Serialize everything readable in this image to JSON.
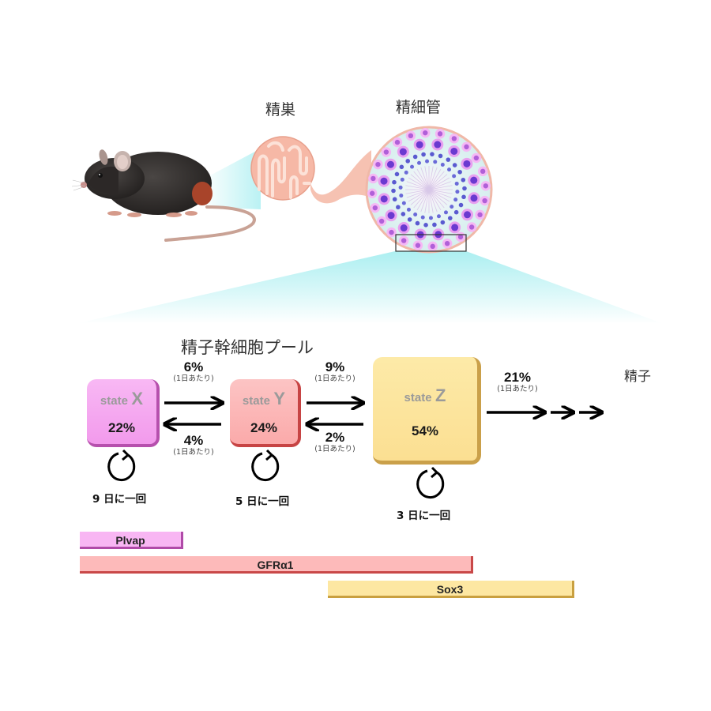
{
  "top_labels": {
    "testis": "精巣",
    "seminiferous_tubule": "精細管"
  },
  "pool_title": "精子幹細胞プール",
  "sperm_label": "精子",
  "states": [
    {
      "word": "state",
      "letter": "X",
      "percent": "22%",
      "cycle": "9 日に一回",
      "color": "#f5a6f0"
    },
    {
      "word": "state",
      "letter": "Y",
      "percent": "24%",
      "cycle": "5 日に一回",
      "color": "#fbb0b0"
    },
    {
      "word": "state",
      "letter": "Z",
      "percent": "54%",
      "cycle": "3 日に一回",
      "color": "#fbe39a"
    }
  ],
  "transitions": [
    {
      "from": "X",
      "to": "Y",
      "rate": "6%",
      "unit": "(1日あたり)"
    },
    {
      "from": "Y",
      "to": "X",
      "rate": "4%",
      "unit": "(1日あたり)"
    },
    {
      "from": "Y",
      "to": "Z",
      "rate": "9%",
      "unit": "(1日あたり)"
    },
    {
      "from": "Z",
      "to": "Y",
      "rate": "2%",
      "unit": "(1日あたり)"
    },
    {
      "from": "Z",
      "to": "sperm",
      "rate": "21%",
      "unit": "(1日あたり)"
    }
  ],
  "markers": [
    {
      "name": "Plvap",
      "color": "#f7b2f2",
      "edge": "#b04aa8"
    },
    {
      "name": "GFRα1",
      "color": "#fdb8b8",
      "edge": "#c94848"
    },
    {
      "name": "Sox3",
      "color": "#fde6a0",
      "edge": "#c9a040"
    }
  ]
}
